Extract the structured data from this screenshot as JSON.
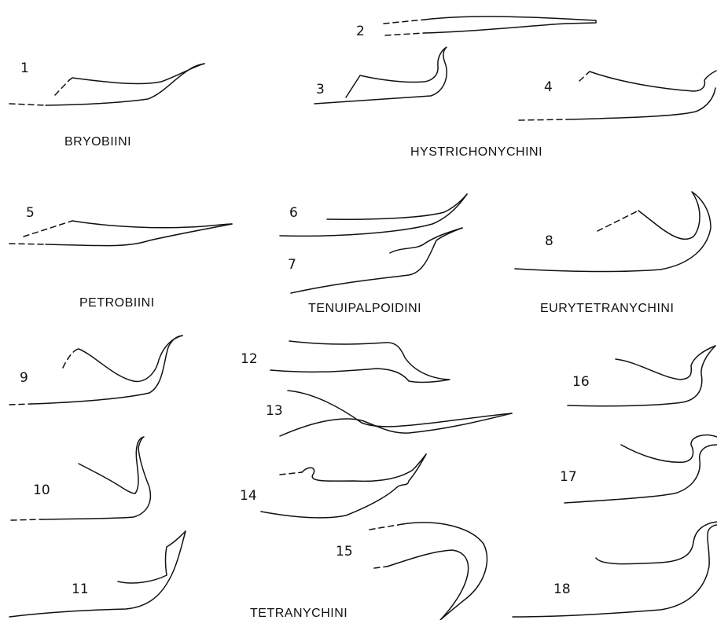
{
  "figures": [
    "1",
    "2",
    "3",
    "4",
    "5",
    "6",
    "7",
    "8",
    "9",
    "10",
    "11",
    "12",
    "13",
    "14",
    "15",
    "16",
    "17",
    "18"
  ],
  "tribes": {
    "bryobiini": "BRYOBIINI",
    "hystrichonychini": "HYSTRICHONYCHINI",
    "petrobiini": "PETROBIINI",
    "tenuipalpoidini": "TENUIPALPOIDINI",
    "eurytetranychini": "EURYTETRANYCHINI",
    "tetranychini": "TETRANYCHINI"
  }
}
